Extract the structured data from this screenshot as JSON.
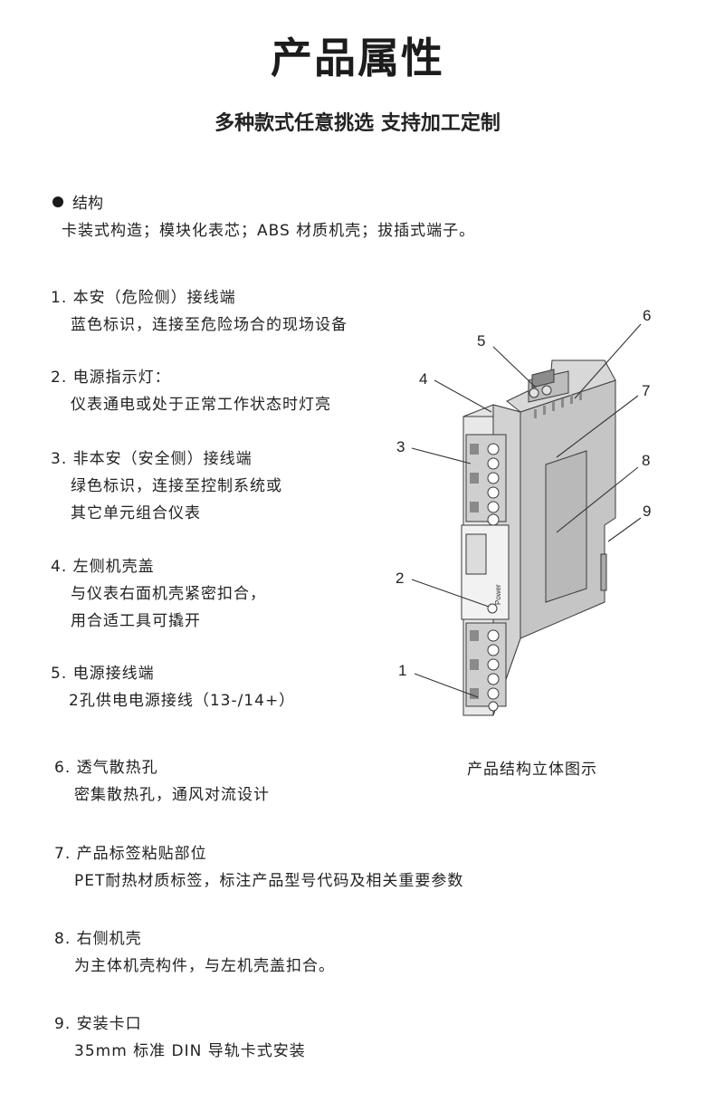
{
  "title": "产品属性",
  "subtitle": "多种款式任意挑选 支持加工定制",
  "structure": {
    "heading": "结构",
    "description": "卡装式构造；模块化表芯；ABS 材质机壳；拔插式端子。"
  },
  "items": [
    {
      "label": "1. 本安（危险侧）接线端",
      "lines": [
        "蓝色标识，连接至危险场合的现场设备"
      ]
    },
    {
      "label": "2. 电源指示灯：",
      "lines": [
        "仪表通电或处于正常工作状态时灯亮"
      ]
    },
    {
      "label": "3. 非本安（安全侧）接线端",
      "lines": [
        "绿色标识，连接至控制系统或",
        "其它单元组合仪表"
      ]
    },
    {
      "label": "4. 左侧机壳盖",
      "lines": [
        "与仪表右面机壳紧密扣合，",
        "用合适工具可撬开"
      ]
    },
    {
      "label": "5. 电源接线端",
      "lines": [
        "2孔供电电源接线（13-/14+）"
      ]
    },
    {
      "label": "6. 透气散热孔",
      "lines": [
        "密集散热孔，通风对流设计"
      ]
    },
    {
      "label": "7. 产品标签粘贴部位",
      "lines": [
        "PET耐热材质标签，标注产品型号代码及相关重要参数"
      ]
    },
    {
      "label": "8. 右侧机壳",
      "lines": [
        "为主体机壳构件，与左机壳盖扣合。"
      ]
    },
    {
      "label": "9. 安装卡口",
      "lines": [
        "35mm 标准 DIN 导轨卡式安装"
      ]
    }
  ],
  "diagram": {
    "caption": "产品结构立体图示",
    "callouts": [
      "1",
      "2",
      "3",
      "4",
      "5",
      "6",
      "7",
      "8",
      "9"
    ],
    "power_label": "Power"
  }
}
